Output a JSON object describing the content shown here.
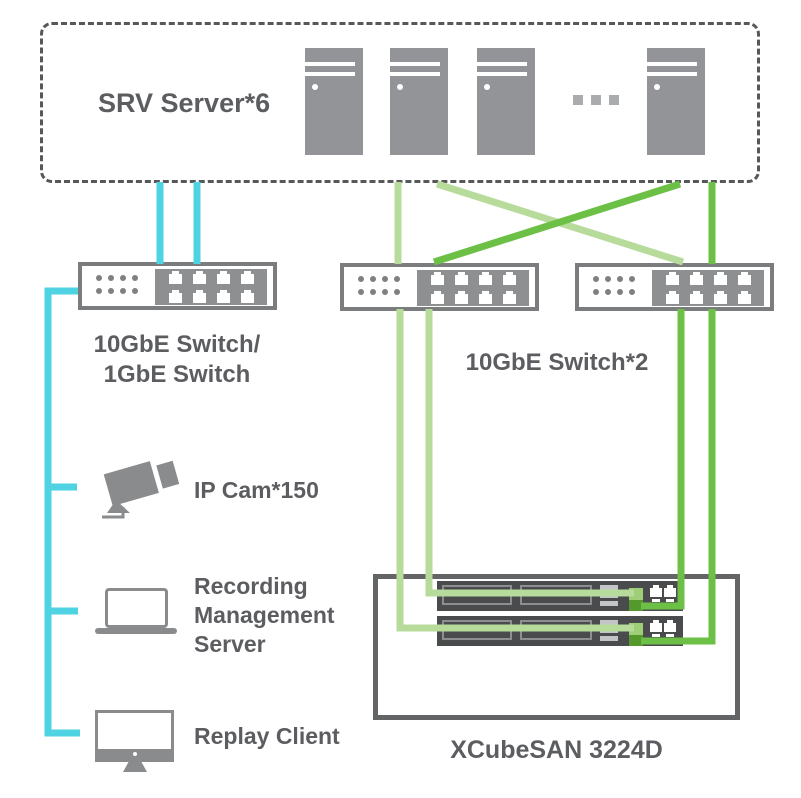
{
  "colors": {
    "cyan": "#4fd3e3",
    "light_green": "#b7db9b",
    "dark_green": "#6cc046",
    "port_light_green": "#9fce77",
    "port_dark_green": "#55982c",
    "device_gray": "#8f9092",
    "text_gray": "#5c5d60"
  },
  "server_group": {
    "label": "SRV Server*6"
  },
  "switches": {
    "left_label_lines": [
      "10GbE Switch/",
      "1GbE Switch"
    ],
    "pair_label": "10GbE Switch*2"
  },
  "clients": {
    "ip_cam_label": "IP Cam*150",
    "recording_lines": [
      "Recording",
      "Management",
      "Server"
    ],
    "replay_label": "Replay Client"
  },
  "san": {
    "label": "XCubeSAN 3224D"
  }
}
